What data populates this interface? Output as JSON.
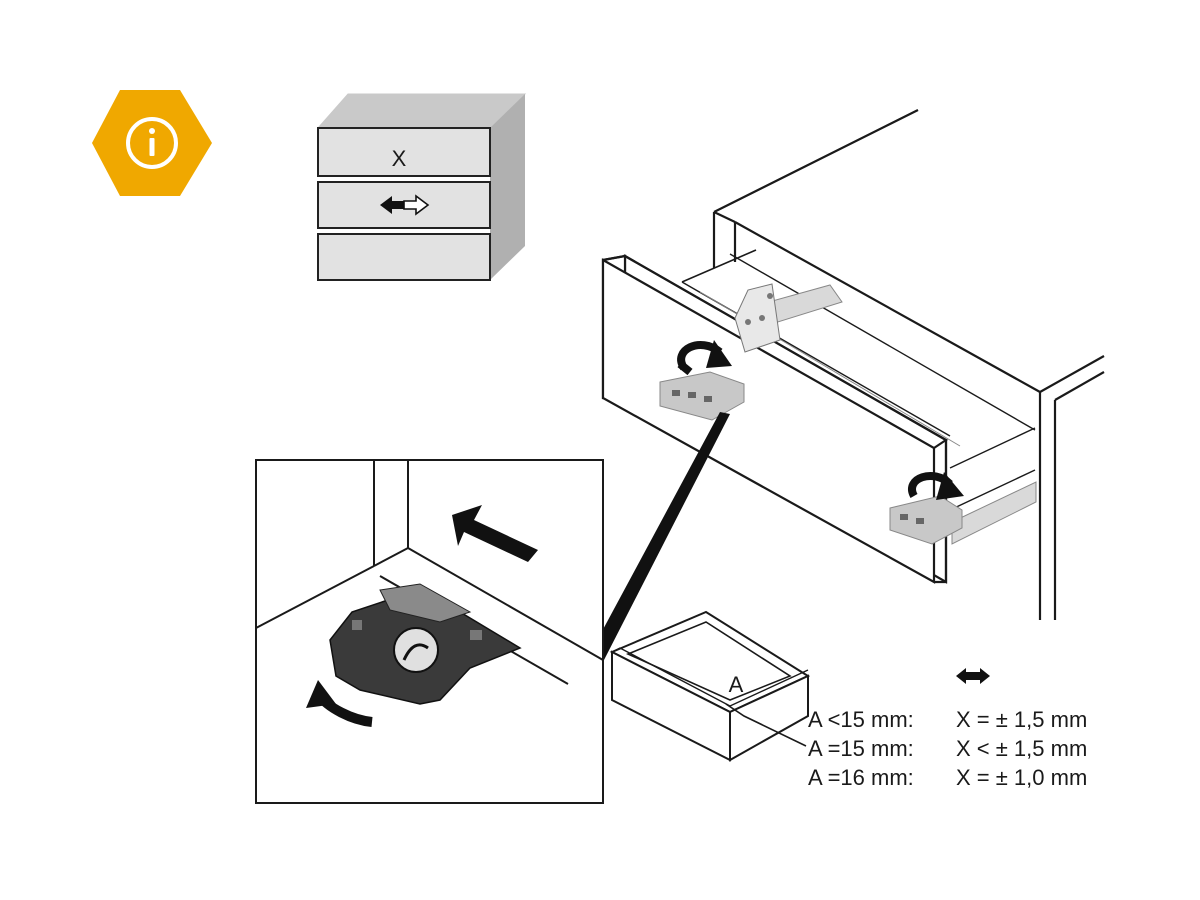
{
  "info_badge": {
    "color": "#F0A800",
    "icon": "info-icon"
  },
  "cabinet_icon": {
    "drawer_top_label": "X",
    "drawer_middle_icon": "double-arrow-icon"
  },
  "drawer_label": "A",
  "spec_header_icon": "double-arrow-icon",
  "spec_rows": [
    {
      "condition": "A <15 mm:",
      "result": "X = ± 1,5 mm"
    },
    {
      "condition": "A =15 mm:",
      "result": "X < ± 1,5 mm"
    },
    {
      "condition": "A =16 mm:",
      "result": "X = ± 1,0 mm"
    }
  ]
}
